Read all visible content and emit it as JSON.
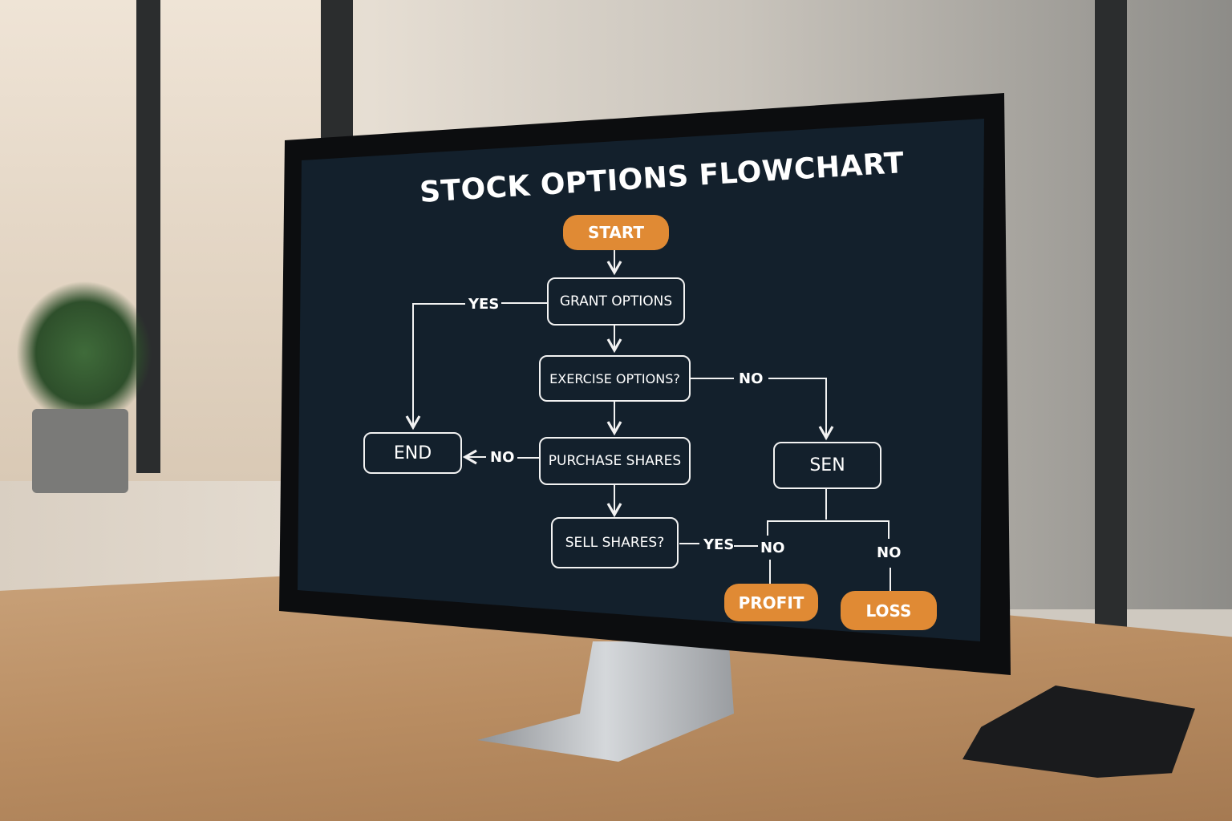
{
  "title": "STOCK OPTIONS FLOWCHART",
  "nodes": {
    "start": "START",
    "grant": "GRANT OPTIONS",
    "exercise": "EXERCISE OPTIONS?",
    "purchase": "PURCHASE SHARES",
    "end": "END",
    "sen": "SEN",
    "sell": "SELL SHARES?",
    "profit": "PROFIT",
    "loss": "LOSS"
  },
  "edges": {
    "grant_end": "YES",
    "exercise_sen": "NO",
    "purchase_end": "NO",
    "sell_yes": "YES",
    "sen_profit": "NO",
    "sen_loss": "NO"
  },
  "colors": {
    "accent": "#e08a34",
    "screen": "#13202c",
    "stroke": "#f2f2f2"
  }
}
